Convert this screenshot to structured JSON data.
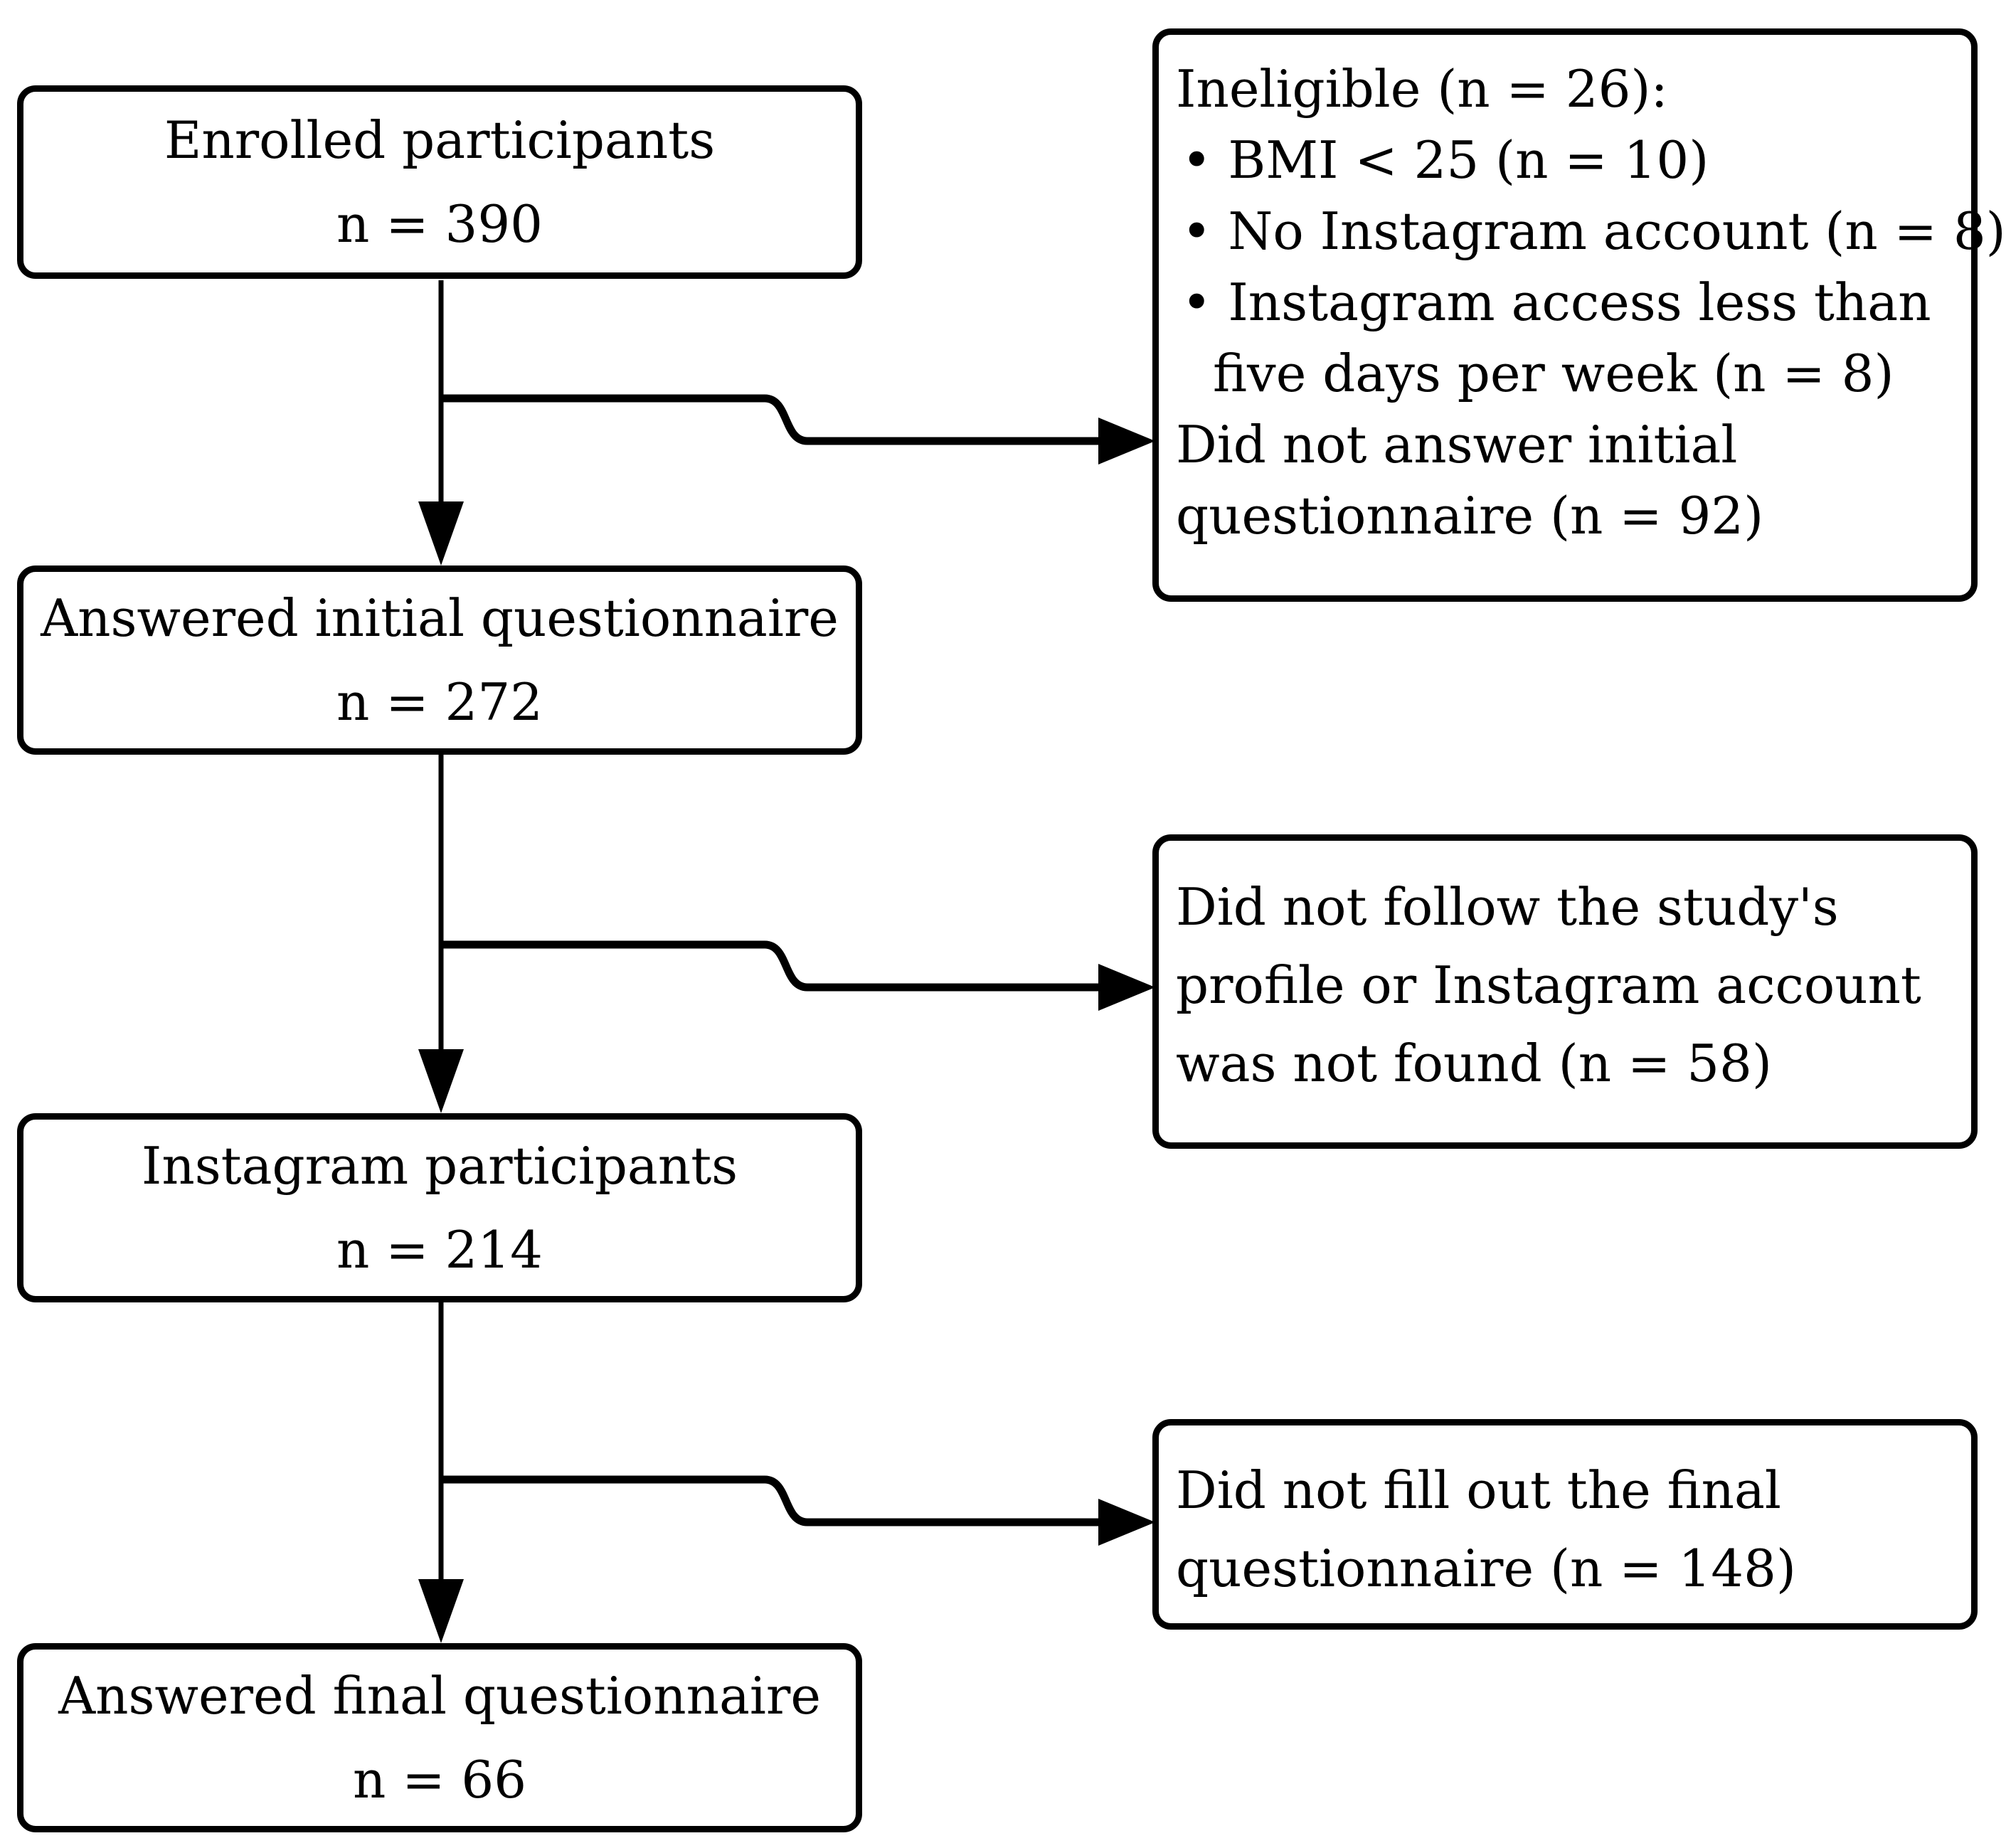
{
  "diagram": {
    "type": "participant-flow-chart",
    "colors": {
      "line": "#000000",
      "box_fill": "#ffffff",
      "background": "#ffffff",
      "text": "#000000"
    },
    "left_boxes": [
      {
        "label": "Enrolled participants",
        "count": "n = 390"
      },
      {
        "label": "Answered initial questionnaire",
        "count": "n = 272"
      },
      {
        "label": "Instagram participants",
        "count": "n = 214"
      },
      {
        "label": "Answered final questionnaire",
        "count": "n = 66"
      }
    ],
    "right_boxes": [
      {
        "lines": [
          "Ineligible (n = 26):",
          "• BMI < 25 (n = 10)",
          "• No Instagram account (n = 8)",
          "• Instagram access less than",
          "five days per week (n = 8)",
          "Did not answer initial",
          "questionnaire (n = 92)"
        ]
      },
      {
        "lines": [
          "Did not follow the study's",
          "profile or Instagram account",
          "was not found (n = 58)"
        ]
      },
      {
        "lines": [
          "Did not fill out the final",
          "questionnaire (n = 148)"
        ]
      }
    ]
  }
}
